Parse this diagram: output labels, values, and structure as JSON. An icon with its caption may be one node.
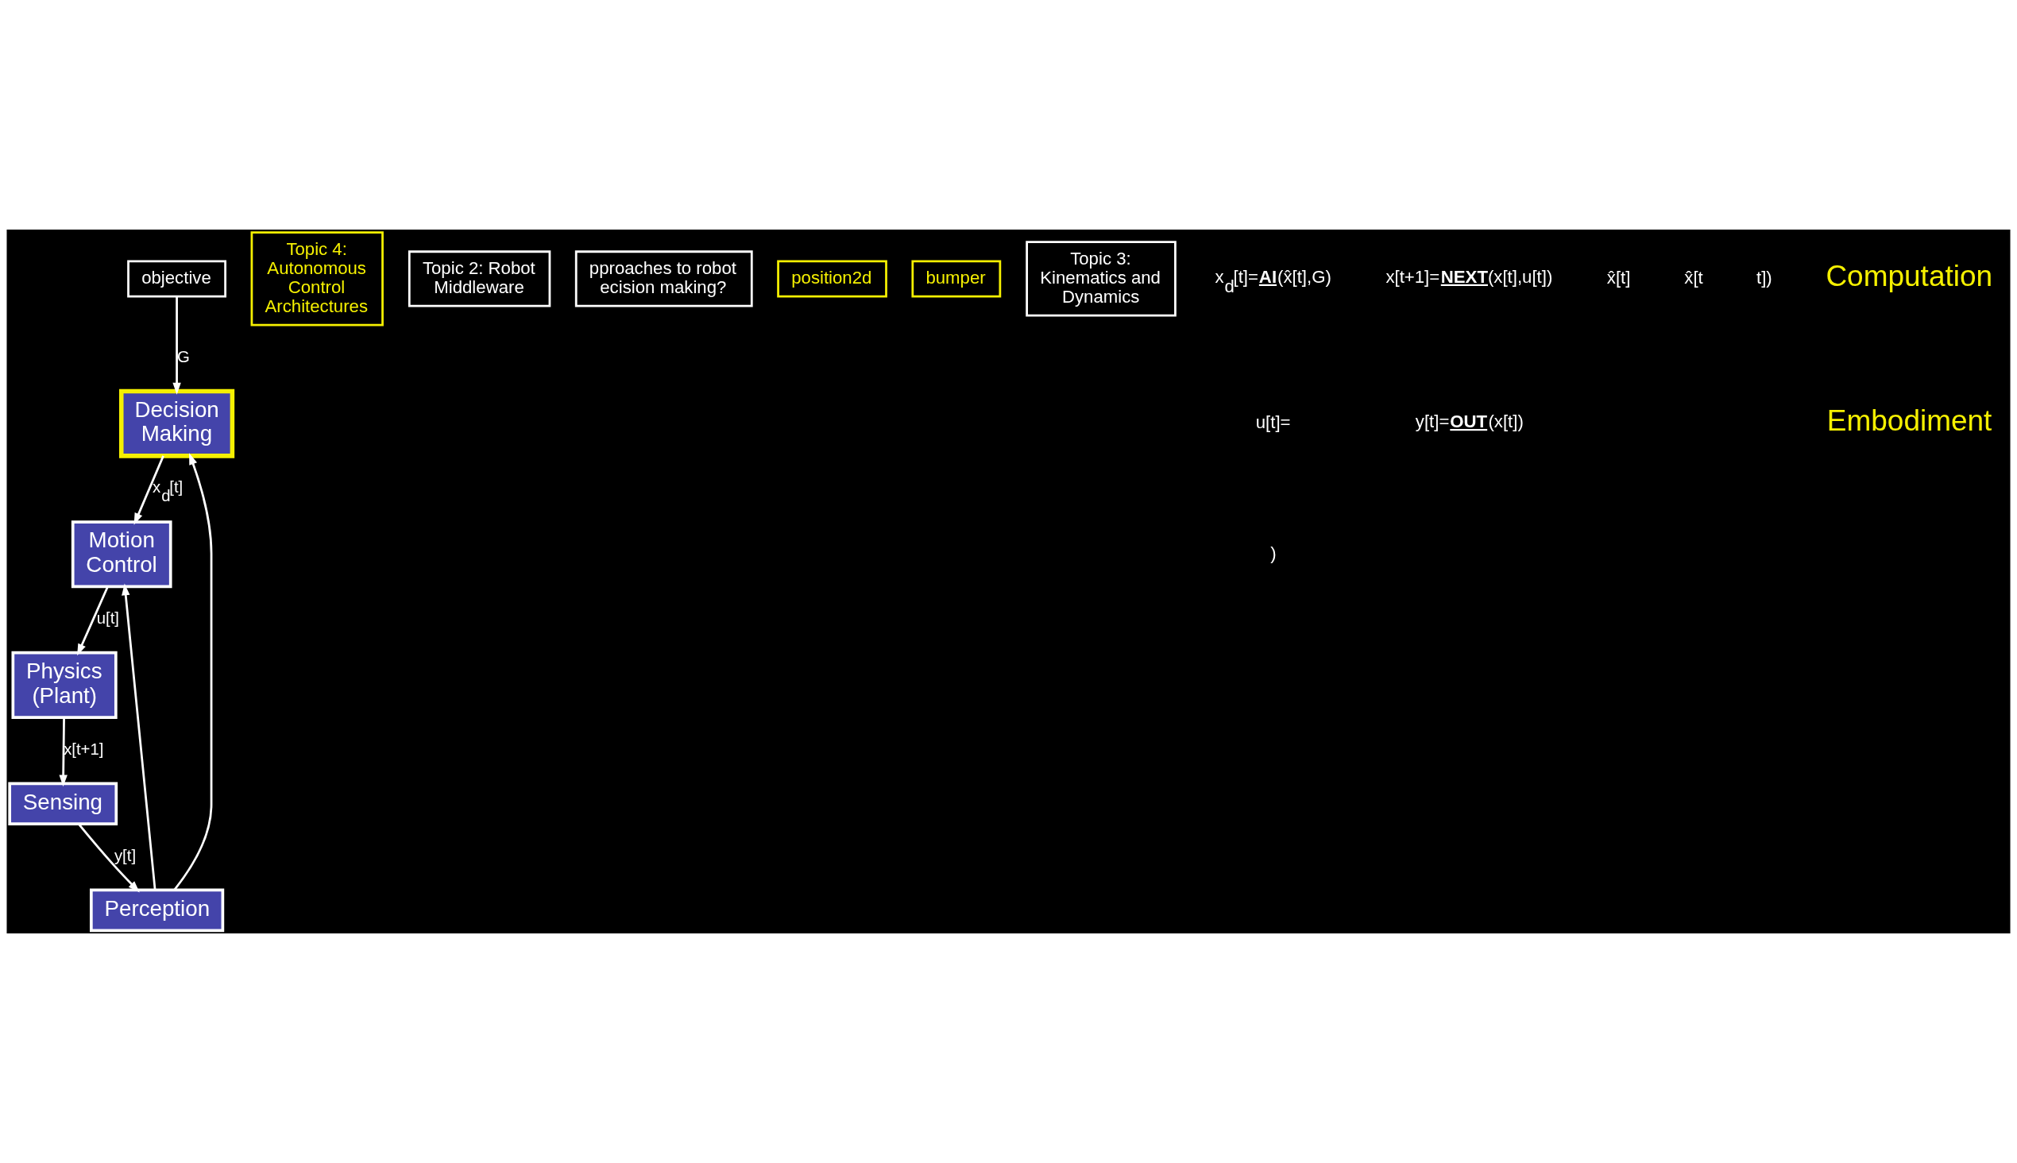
{
  "diagram": {
    "nodes": [
      {
        "text": [
          "objective"
        ]
      },
      {
        "text": [
          "Decision Making"
        ]
      },
      {
        "text": [
          "Motion Control"
        ]
      },
      {
        "text": [
          "Physics (Plant)"
        ]
      },
      {
        "text": [
          "Perception"
        ]
      },
      {
        "text": [
          "Sensing"
        ]
      },
      {
        "text": [
          "Topic 4: Autonomous Control Architectures"
        ]
      },
      {
        "text": [
          "Topic 2: Robot Middleware"
        ]
      },
      {
        "text": [
          "pproaches to robot ecision making?"
        ]
      },
      {
        "text": [
          "position2d"
        ]
      },
      {
        "text": [
          "bumper"
        ]
      },
      {
        "text": [
          "Topic 3: Kinematics and Dynamics"
        ]
      }
    ],
    "edges": [
      {
        "from": 0,
        "to": 1,
        "arrow": "to",
        "label": "G"
      },
      {
        "from": 1,
        "to": 2,
        "arrow": "to",
        "label": "x$_{d}$[t]"
      },
      {
        "from": 2,
        "to": 3,
        "arrow": "to",
        "label": "u[t]"
      },
      {
        "from": 3,
        "to": 5,
        "arrow": "to",
        "label": "x[t+1]"
      },
      {
        "from": 5,
        "to": 4,
        "arrow": "to",
        "label": "y[t]"
      },
      {
        "from": 4,
        "to": 1,
        "arrow": "to"
      },
      {
        "from": 4,
        "to": 2,
        "arrow": "to"
      }
    ],
    "labels": [
      "x$_{d}$[t]=**AI**(x̂[t],G)",
      "u[t]=",
      ")",
      "x[t+1]=**NEXT**(x[t],u[t])",
      "x̂[t]",
      "x̂[t",
      "t])",
      "y[t]=**OUT**(x[t])",
      "Computation",
      "Embodiment"
    ]
  }
}
